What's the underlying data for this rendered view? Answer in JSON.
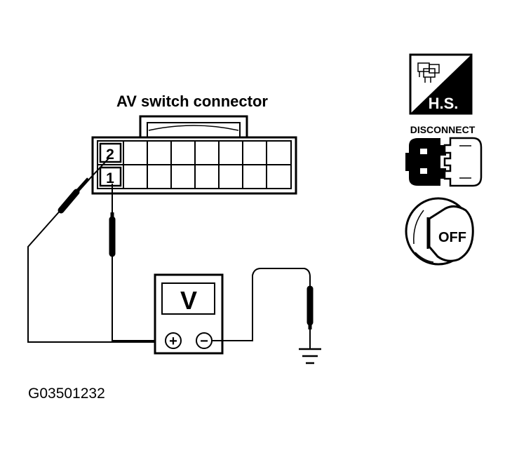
{
  "connector": {
    "title": "AV switch connector",
    "pin_top": "2",
    "pin_bottom": "1"
  },
  "meter": {
    "unit": "V",
    "plus": "+",
    "minus": "−"
  },
  "icons": {
    "hs_label": "H.S.",
    "disconnect_label": "DISCONNECT",
    "ignition_label": "OFF"
  },
  "figure_id": "G03501232",
  "colors": {
    "ink": "#000000",
    "paper": "#ffffff"
  }
}
